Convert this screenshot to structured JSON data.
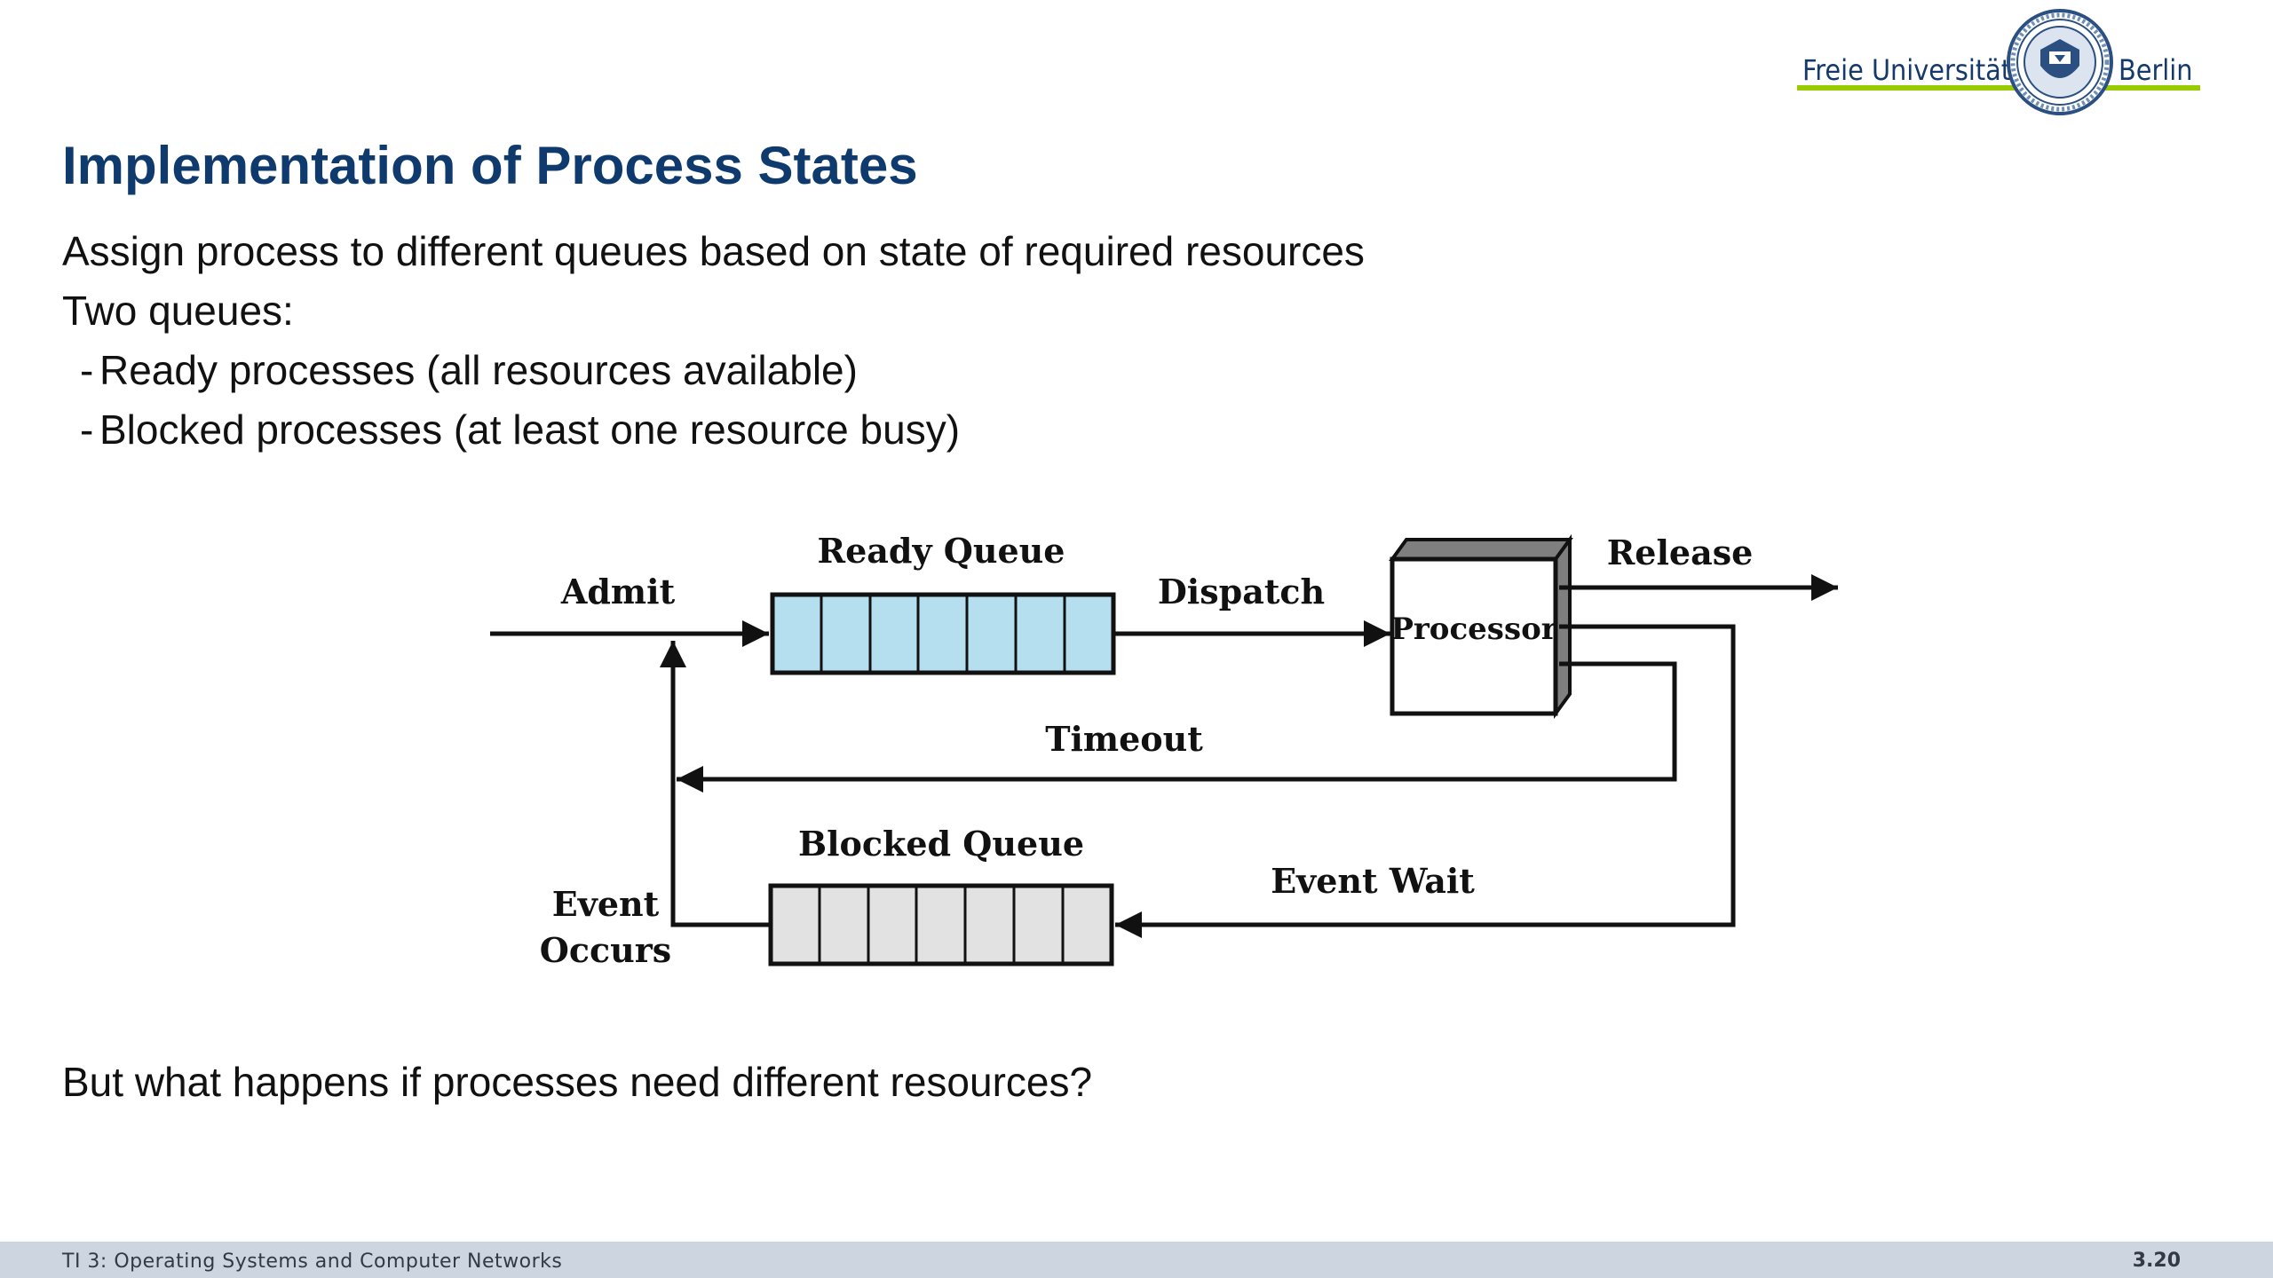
{
  "logo": {
    "left_text": "Freie Universität",
    "right_text": "Berlin",
    "seal_name": "university-seal"
  },
  "title": "Implementation of Process States",
  "body": {
    "line1": "Assign process to different queues based on state of required resources",
    "line2": "Two queues:",
    "bullets": [
      "Ready processes (all resources available)",
      "Blocked processes (at least one resource busy)"
    ],
    "question": "But what happens if processes need different resources?"
  },
  "diagram": {
    "labels": {
      "admit": "Admit",
      "ready_queue": "Ready Queue",
      "dispatch": "Dispatch",
      "processor": "Processor",
      "release": "Release",
      "timeout": "Timeout",
      "blocked_queue": "Blocked Queue",
      "event_wait": "Event Wait",
      "event_occurs_1": "Event",
      "event_occurs_2": "Occurs"
    },
    "colors": {
      "ready_fill": "#b5dfee",
      "blocked_fill": "#e2e2e2",
      "processor_side": "#7f7f7f"
    }
  },
  "footer": {
    "course": "TI 3: Operating Systems and Computer Networks",
    "page": "3.20"
  }
}
